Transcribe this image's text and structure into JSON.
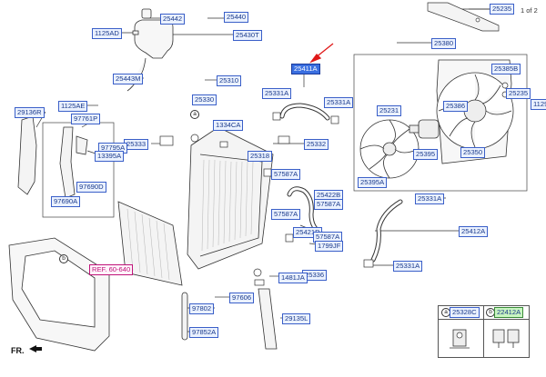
{
  "page_indicator": "1 of 2",
  "front_label": "FR.",
  "circle_markers": [
    "a",
    "b"
  ],
  "labels": [
    {
      "id": "25235a",
      "text": "25235"
    },
    {
      "id": "25442",
      "text": "25442"
    },
    {
      "id": "25440",
      "text": "25440"
    },
    {
      "id": "1125AD",
      "text": "1125AD"
    },
    {
      "id": "25430T",
      "text": "25430T"
    },
    {
      "id": "25443M",
      "text": "25443M"
    },
    {
      "id": "25380",
      "text": "25380"
    },
    {
      "id": "25411A",
      "text": "25411A"
    },
    {
      "id": "25385B",
      "text": "25385B"
    },
    {
      "id": "25310",
      "text": "25310"
    },
    {
      "id": "25235b",
      "text": "25235"
    },
    {
      "id": "25330",
      "text": "25330"
    },
    {
      "id": "25331Aa",
      "text": "25331A"
    },
    {
      "id": "25331Ab",
      "text": "25331A"
    },
    {
      "id": "1125AE",
      "text": "1125AE"
    },
    {
      "id": "25386",
      "text": "25386"
    },
    {
      "id": "1129",
      "text": "1129"
    },
    {
      "id": "29136R",
      "text": "29136R"
    },
    {
      "id": "97761P",
      "text": "97761P"
    },
    {
      "id": "25231",
      "text": "25231"
    },
    {
      "id": "1334CA",
      "text": "1334CA"
    },
    {
      "id": "25333",
      "text": "25333"
    },
    {
      "id": "25332",
      "text": "25332"
    },
    {
      "id": "97795A",
      "text": "97795A"
    },
    {
      "id": "13395A",
      "text": "13395A"
    },
    {
      "id": "25395",
      "text": "25395"
    },
    {
      "id": "25350",
      "text": "25350"
    },
    {
      "id": "25318",
      "text": "25318"
    },
    {
      "id": "57587Aa",
      "text": "57587A"
    },
    {
      "id": "25395A",
      "text": "25395A"
    },
    {
      "id": "97690D",
      "text": "97690D"
    },
    {
      "id": "25422B",
      "text": "25422B"
    },
    {
      "id": "57587Ab",
      "text": "57587A"
    },
    {
      "id": "25331Ac",
      "text": "25331A"
    },
    {
      "id": "97690A",
      "text": "97690A"
    },
    {
      "id": "57587Ac",
      "text": "57587A"
    },
    {
      "id": "25421P",
      "text": "25421P"
    },
    {
      "id": "57587Ad",
      "text": "57587A"
    },
    {
      "id": "25412A",
      "text": "25412A"
    },
    {
      "id": "1799JF",
      "text": "1799JF"
    },
    {
      "id": "REF60640",
      "text": "REF. 60-640"
    },
    {
      "id": "25331Ad",
      "text": "25331A"
    },
    {
      "id": "25336",
      "text": "25336"
    },
    {
      "id": "1481JA",
      "text": "1481JA"
    },
    {
      "id": "97606",
      "text": "97606"
    },
    {
      "id": "97802",
      "text": "97802"
    },
    {
      "id": "29135L",
      "text": "29135L"
    },
    {
      "id": "97852A",
      "text": "97852A"
    },
    {
      "id": "25328C",
      "text": "25328C"
    },
    {
      "id": "22412A",
      "text": "22412A"
    }
  ]
}
